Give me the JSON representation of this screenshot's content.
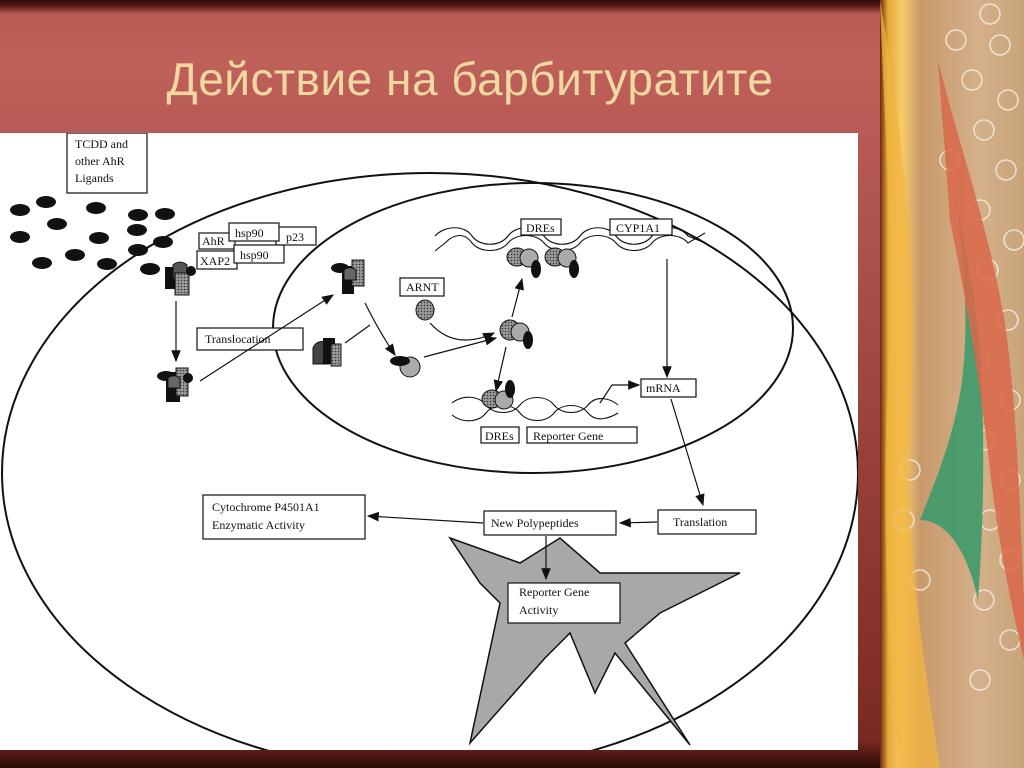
{
  "slide": {
    "title": "Действие на барбитуратите"
  },
  "diagram": {
    "ligand_box": [
      "TCDD and",
      "other AhR",
      "Ligands"
    ],
    "complex_labels": {
      "ahr": "AhR",
      "hsp90_top": "hsp90",
      "p23": "p23",
      "xap2": "XAP2",
      "hsp90_bottom": "hsp90"
    },
    "translocation": "Translocation",
    "arnt": "ARNT",
    "dres_top": "DREs",
    "cyp1a1": "CYP1A1",
    "mrna": "mRNA",
    "dres_bottom": "DREs",
    "reporter_gene": "Reporter Gene",
    "translation": "Translation",
    "new_polypeptides": "New Polypeptides",
    "cytochrome": [
      "Cytochrome P4501A1",
      "Enzymatic Activity"
    ],
    "reporter_activity": [
      "Reporter Gene",
      "Activity"
    ]
  }
}
